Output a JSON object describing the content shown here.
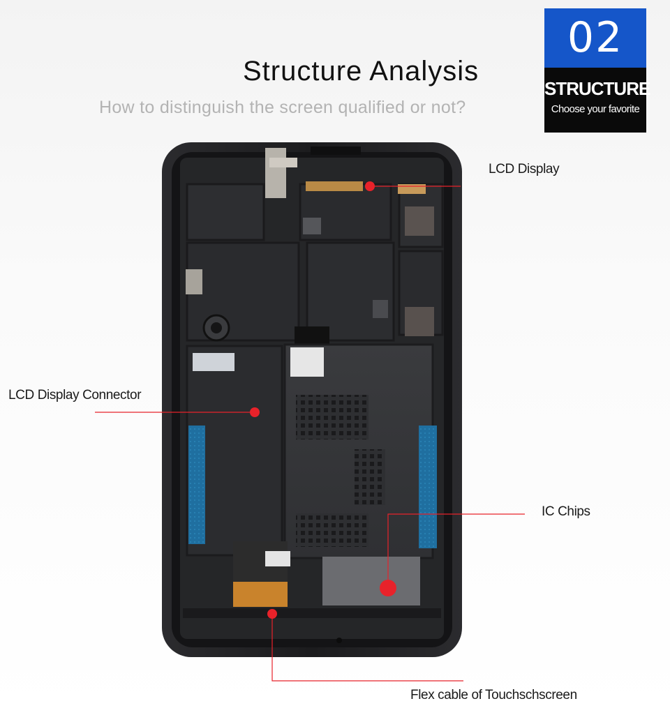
{
  "header": {
    "title": "Structure Analysis",
    "subtitle": "How to distinguish the screen qualified or not?"
  },
  "badge": {
    "number": "02",
    "word": "STRUCTURE",
    "tagline": "Choose your favorite",
    "number_bg": "#1556c9",
    "bg": "#0a0a0a"
  },
  "callouts": {
    "lcd_display": "LCD Display",
    "lcd_connector": "LCD Display Connector",
    "ic_chips": "IC Chips",
    "flex_cable": "Flex cable of Touchschscreen"
  },
  "colors": {
    "callout_line": "#e8222a",
    "frame": "#1c1c1e"
  }
}
